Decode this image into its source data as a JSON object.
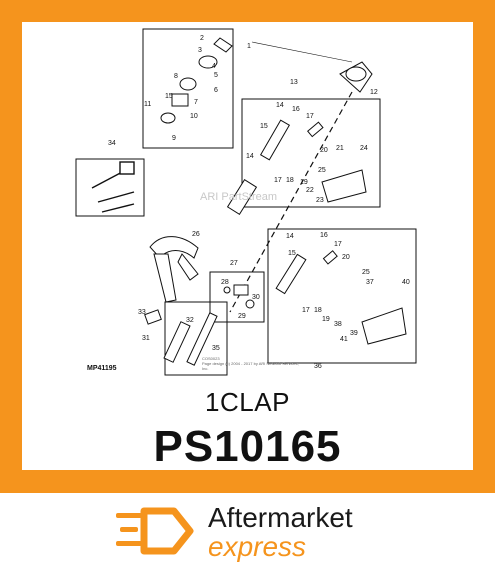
{
  "diagram": {
    "figure_code": "MP41195",
    "watermark": "ARI PartStream",
    "copyright_lines": [
      "COS0023",
      "Page design (c) 2004 - 2017 by ARI Network Services, Inc."
    ],
    "callouts": [
      "1",
      "2",
      "3",
      "4",
      "5",
      "6",
      "7",
      "8",
      "9",
      "10",
      "11",
      "12",
      "13",
      "14",
      "15",
      "16",
      "17",
      "18",
      "19",
      "20",
      "21",
      "22",
      "23",
      "24",
      "25",
      "26",
      "27",
      "28",
      "29",
      "30",
      "31",
      "32",
      "33",
      "34",
      "35",
      "36",
      "37",
      "38",
      "39",
      "40",
      "41"
    ]
  },
  "part": {
    "name": "1CLAP",
    "number": "PS10165"
  },
  "brand": {
    "name": "Aftermarket",
    "tagline": "express",
    "accent_color": "#f5941d"
  }
}
